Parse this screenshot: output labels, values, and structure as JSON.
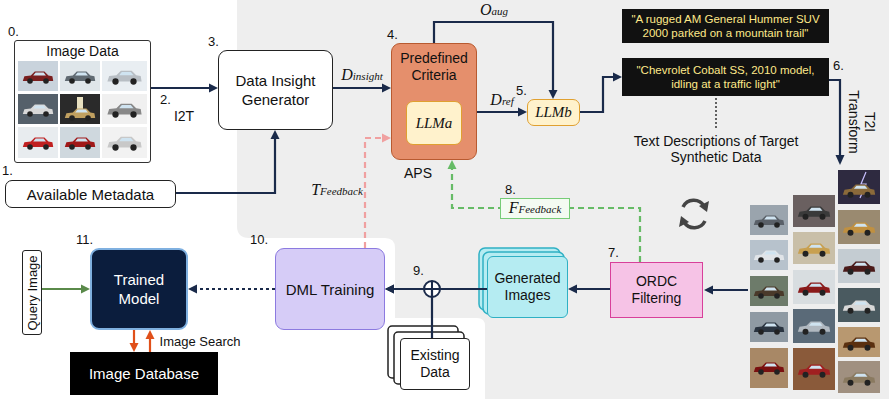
{
  "diagram": {
    "nodes": [
      {
        "text": [
          "Image Data"
        ]
      },
      {
        "text": [
          "Available Metadata"
        ]
      },
      {
        "text": [
          "Data Insight Generator"
        ]
      },
      {
        "text": [
          "Predefined Criteria"
        ]
      },
      {
        "text": [
          "LLMa"
        ],
        "in": 3
      },
      {
        "text": [
          "LLMb"
        ]
      },
      {
        "text": [
          "\"A rugged AM General Hummer SUV 2000 parked on a mountain trail\""
        ]
      },
      {
        "text": [
          "\"Chevrolet Cobalt SS, 2010 model, idling at a traffic light\""
        ]
      },
      {
        "text": [
          "ORDC Filtering"
        ]
      },
      {
        "text": [
          "Generated Images"
        ]
      },
      {
        "text": [
          "Existing Data"
        ]
      },
      {
        "text": [
          "DML Training"
        ]
      },
      {
        "text": [
          "Trained Model"
        ]
      },
      {
        "text": [
          "Query Image"
        ]
      },
      {
        "text": [
          "Image Database"
        ]
      }
    ],
    "edges": [
      {
        "from": 0,
        "to": 2,
        "arrow": "to",
        "label": "I2T"
      },
      {
        "from": 1,
        "to": 2,
        "arrow": "to"
      },
      {
        "from": 2,
        "to": 3,
        "arrow": "to",
        "label": "Dinsight"
      },
      {
        "from": 3,
        "to": 5,
        "arrow": "to",
        "label": "Dref"
      },
      {
        "from": 3,
        "to": 5,
        "arrow": "to",
        "label": "Oaug"
      },
      {
        "from": 5,
        "to": 7,
        "arrow": "to"
      },
      {
        "from": 8,
        "to": 9,
        "arrow": "to"
      },
      {
        "from": 8,
        "to": 3,
        "arrow": "to",
        "label": "FFeedback"
      },
      {
        "from": 9,
        "to": 11,
        "arrow": "to"
      },
      {
        "from": 10,
        "to": 11,
        "arrow": "to"
      },
      {
        "from": 11,
        "to": 3,
        "arrow": "to",
        "label": "TFeedback"
      },
      {
        "from": 11,
        "to": 12,
        "arrow": "to"
      },
      {
        "from": 13,
        "to": 12,
        "arrow": "to"
      },
      {
        "from": 12,
        "to": 14,
        "arrow": "to"
      },
      {
        "from": 14,
        "to": 12,
        "arrow": "to"
      }
    ],
    "labels": [
      "0.",
      "1.",
      "2.",
      "3.",
      "4.",
      "5.",
      "6.",
      "T2I Transform",
      "7.",
      "8.",
      "9.",
      "10.",
      "11.",
      "APS",
      "Text Descriptions of Target Synthetic Data",
      "Image Search"
    ]
  }
}
